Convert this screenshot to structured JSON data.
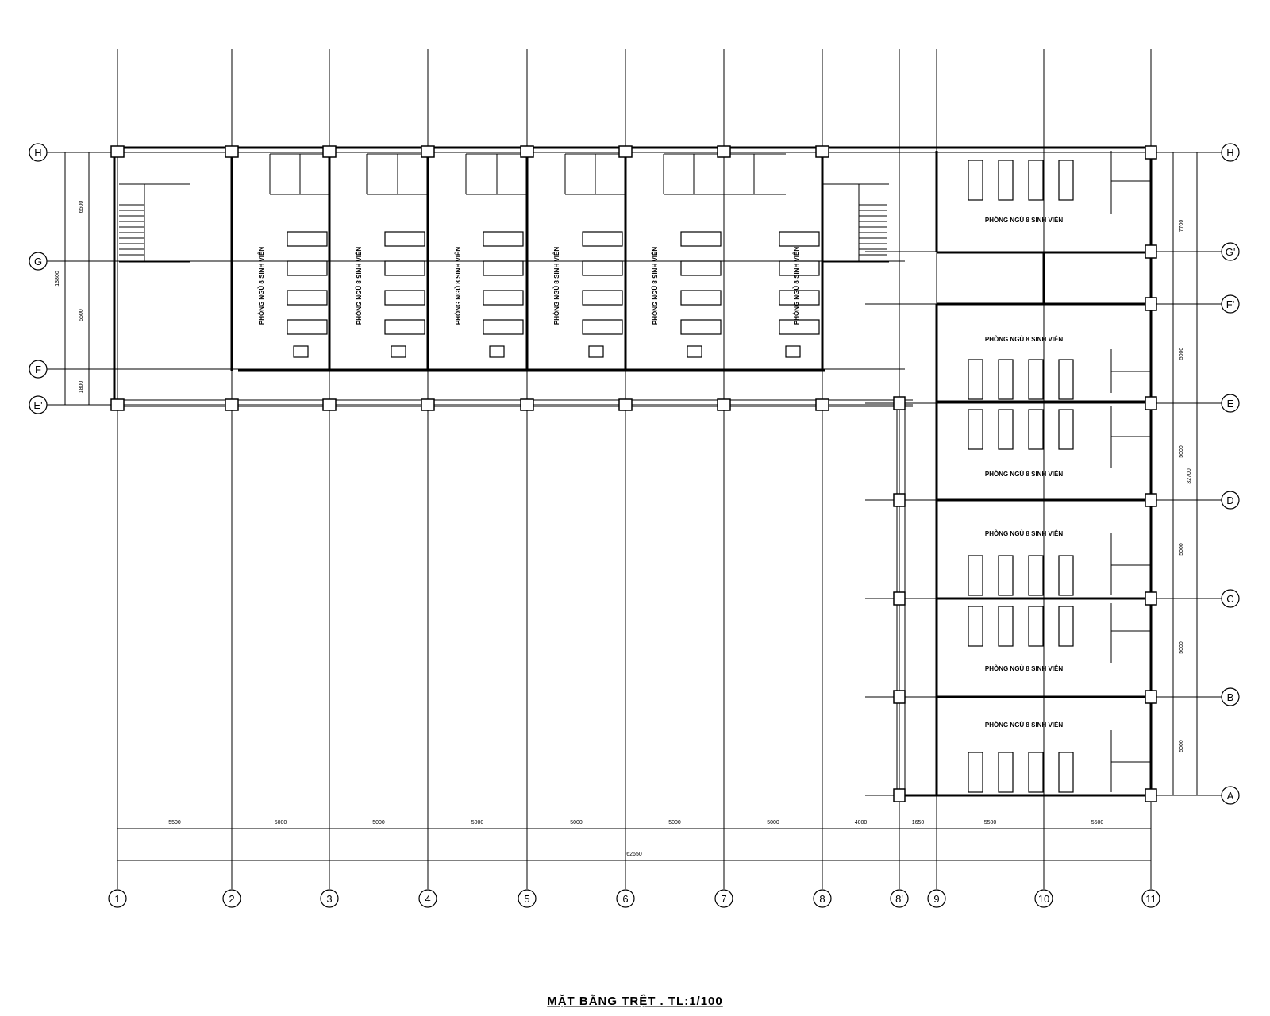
{
  "title": "MẶT BẰNG TRỆT . TL:1/100",
  "grid_columns": [
    "1",
    "2",
    "3",
    "4",
    "5",
    "6",
    "7",
    "8",
    "8'",
    "9",
    "10",
    "11"
  ],
  "grid_rows_left": [
    "H",
    "G",
    "F",
    "E'"
  ],
  "grid_rows_right": [
    "H",
    "G'",
    "F'",
    "E",
    "D",
    "C",
    "B",
    "A"
  ],
  "room_label": "PHÒNG NGỦ 8 SINH VIÊN",
  "dims_bottom": [
    "5500",
    "5000",
    "5000",
    "5000",
    "5000",
    "5000",
    "5000",
    "4000",
    "1650",
    "5500",
    "5500"
  ],
  "dim_total": "62650",
  "dims_left": [
    "6500",
    "5500",
    "1800"
  ],
  "dim_left_total": "13800",
  "dims_right": [
    "7700",
    "5000",
    "5000",
    "5000",
    "5000",
    "5000"
  ],
  "dim_right_total": "32700"
}
